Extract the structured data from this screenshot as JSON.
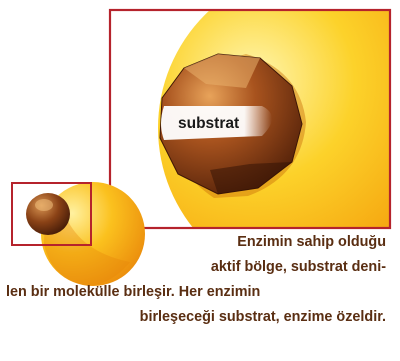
{
  "label": "substrat",
  "caption": {
    "line1": "Enzimin sahip olduğu",
    "line2": "aktif bölge, substrat deni-",
    "line3": "len bir molekülle birleşir. Her enzimin",
    "line4": "birleşeceği substrat, enzime özeldir."
  },
  "colors": {
    "frame": "#b5232c",
    "enzyme": "#f2a00f",
    "substrate": "#7a3412",
    "text": "#5a2e12"
  }
}
